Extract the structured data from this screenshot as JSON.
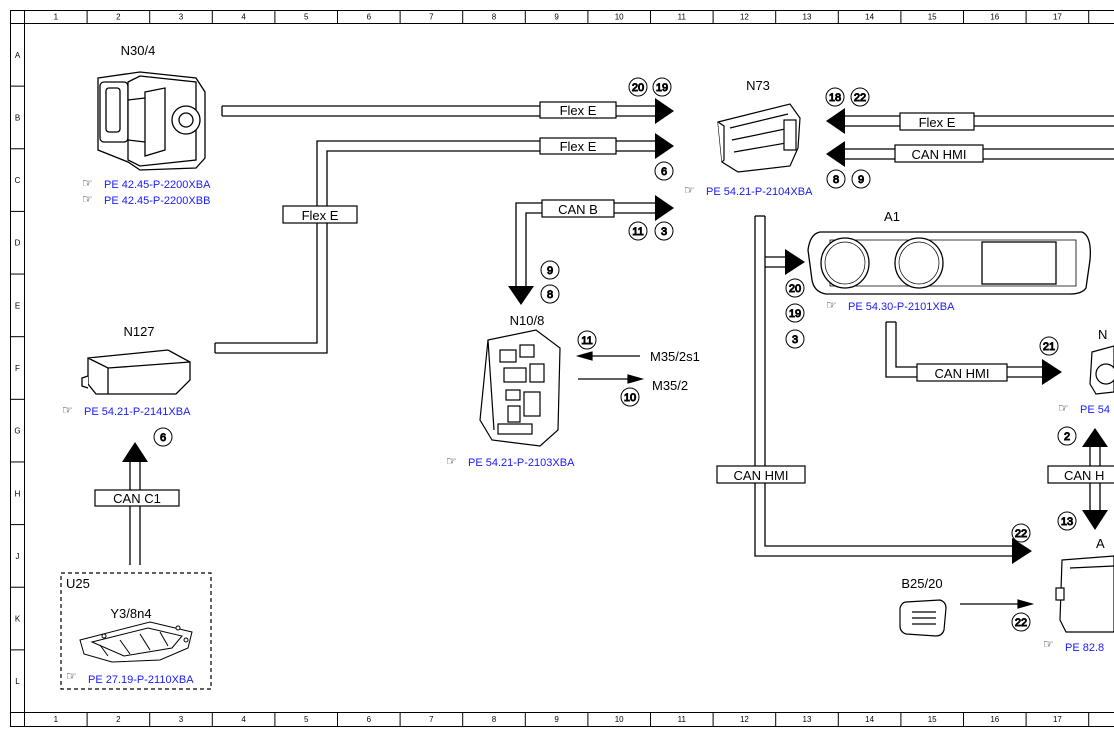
{
  "grid": {
    "columns": [
      "1",
      "2",
      "3",
      "4",
      "5",
      "6",
      "7",
      "8",
      "9",
      "10",
      "11",
      "12",
      "13",
      "14",
      "15",
      "16",
      "17"
    ],
    "rows": [
      "A",
      "B",
      "C",
      "D",
      "E",
      "F",
      "G",
      "H",
      "J",
      "K",
      "L"
    ]
  },
  "components": {
    "n30_4": {
      "label": "N30/4",
      "refs": [
        "PE 42.45-P-2200XBA",
        "PE 42.45-P-2200XBB"
      ]
    },
    "n73": {
      "label": "N73",
      "ref": "PE 54.21-P-2104XBA"
    },
    "a1": {
      "label": "A1",
      "ref": "PE 54.30-P-2101XBA"
    },
    "n127": {
      "label": "N127",
      "ref": "PE 54.21-P-2141XBA"
    },
    "n10_8": {
      "label": "N10/8",
      "ref": "PE 54.21-P-2103XBA"
    },
    "u25": {
      "label": "U25",
      "sublabel": "Y3/8n4",
      "ref": "PE 27.19-P-2110XBA"
    },
    "b25_20": {
      "label": "B25/20"
    },
    "right_n": {
      "label": "N",
      "ref": "PE 54"
    },
    "right_a": {
      "label": "A",
      "ref": "PE 82.8"
    }
  },
  "bus_labels": {
    "flex_e_top": "Flex E",
    "flex_e_mid": "Flex E",
    "flex_e_left": "Flex E",
    "flex_e_right": "Flex E",
    "can_hmi_right": "CAN HMI",
    "can_b": "CAN B",
    "can_c1": "CAN C1",
    "can_hmi_a1": "CAN HMI",
    "can_hmi_vert": "CAN HMI",
    "can_h_cut": "CAN H"
  },
  "signals": {
    "m35_2s1": "M35/2s1",
    "m35_2": "M35/2"
  },
  "circles": {
    "c20a": "20",
    "c19a": "19",
    "c6a": "6",
    "c11a": "11",
    "c3a": "3",
    "c18": "18",
    "c22a": "22",
    "c8a": "8",
    "c9a": "9",
    "c9b": "9",
    "c8b": "8",
    "c20b": "20",
    "c19b": "19",
    "c3b": "3",
    "c11b": "11",
    "c10": "10",
    "c21": "21",
    "c2": "2",
    "c13": "13",
    "c22b": "22",
    "c22c": "22",
    "c6b": "6"
  }
}
